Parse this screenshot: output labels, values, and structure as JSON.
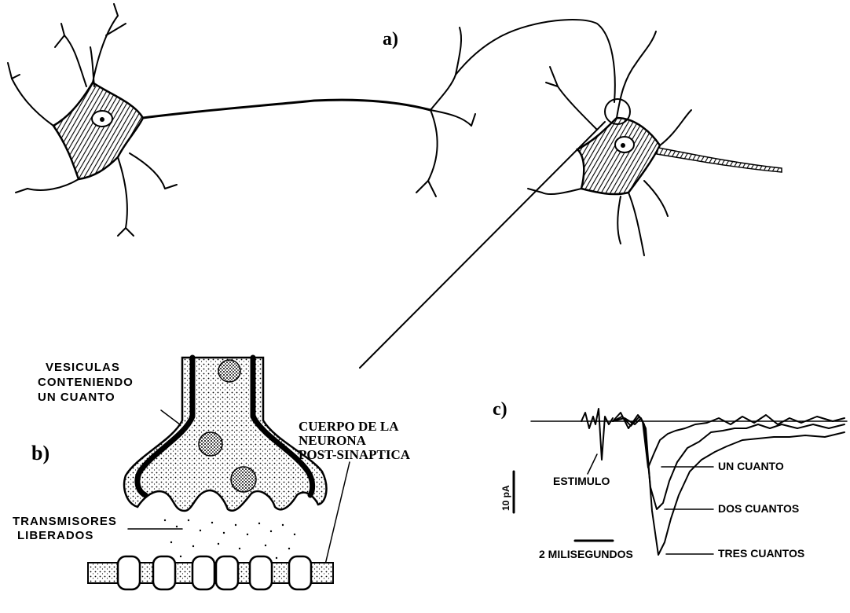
{
  "panel_a": {
    "label": "a)"
  },
  "panel_b": {
    "label": "b)",
    "vesicles_label": [
      "VESICULAS",
      "CONTENIENDO",
      "UN  CUANTO"
    ],
    "postsynaptic_label": [
      "CUERPO  DE  LA",
      "NEURONA",
      "POST-SINAPTICA"
    ],
    "transmitters_label": [
      "TRANSMISORES",
      "LIBERADOS"
    ]
  },
  "panel_c": {
    "label": "c)",
    "stimulus_label": "ESTIMULO",
    "y_scale_label": "10 pA",
    "x_scale_label": "2  MILISEGUNDOS",
    "traces": [
      "UN  CUANTO",
      "DOS  CUANTOS",
      "TRES  CUANTOS"
    ]
  },
  "colors": {
    "ink": "#000000",
    "paper": "#ffffff"
  }
}
